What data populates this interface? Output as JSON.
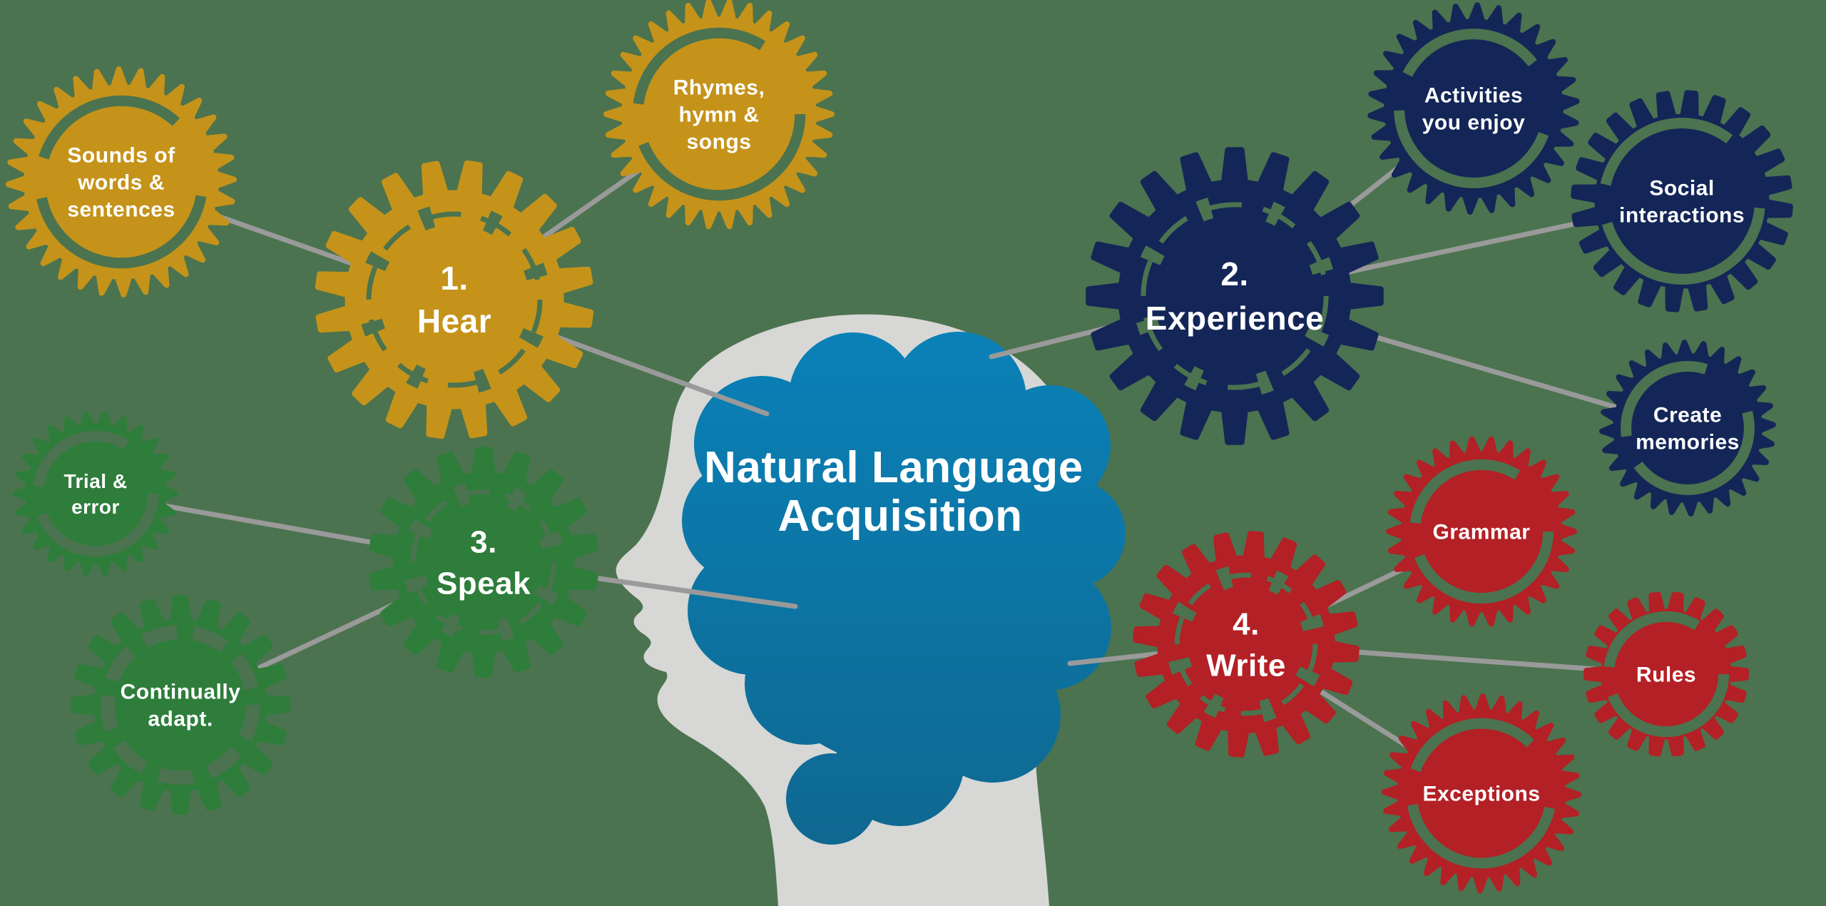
{
  "title": {
    "line1": "Natural Language",
    "line2": "Acquisition"
  },
  "colors": {
    "background": "#4B734F",
    "gold": "#C5931A",
    "navy": "#142657",
    "green": "#2E7D3B",
    "red": "#B32025",
    "head": "#D7D7D5",
    "brain_top": "#0A81B8",
    "brain_bottom": "#0F6890",
    "connector": "#9A9A9A",
    "text": "#FFFFFF"
  },
  "gears": [
    {
      "id": "sounds",
      "group": "hear",
      "color": "gold",
      "role": "satellite",
      "lines": [
        "Sounds of",
        "words &",
        "sentences"
      ]
    },
    {
      "id": "hear",
      "group": "hear",
      "color": "gold",
      "role": "hub",
      "lines": [
        "1.",
        "Hear"
      ]
    },
    {
      "id": "rhymes",
      "group": "hear",
      "color": "gold",
      "role": "satellite",
      "lines": [
        "Rhymes,",
        "hymn &",
        "songs"
      ]
    },
    {
      "id": "experience",
      "group": "experience",
      "color": "navy",
      "role": "hub",
      "lines": [
        "2.",
        "Experience"
      ]
    },
    {
      "id": "activities",
      "group": "experience",
      "color": "navy",
      "role": "satellite",
      "lines": [
        "Activities",
        "you enjoy"
      ]
    },
    {
      "id": "social",
      "group": "experience",
      "color": "navy",
      "role": "satellite",
      "lines": [
        "Social",
        "interactions"
      ]
    },
    {
      "id": "memories",
      "group": "experience",
      "color": "navy",
      "role": "satellite",
      "lines": [
        "Create",
        "memories"
      ]
    },
    {
      "id": "trial",
      "group": "speak",
      "color": "green",
      "role": "satellite",
      "lines": [
        "Trial &",
        "error"
      ]
    },
    {
      "id": "speak",
      "group": "speak",
      "color": "green",
      "role": "hub",
      "lines": [
        "3.",
        "Speak"
      ]
    },
    {
      "id": "adapt",
      "group": "speak",
      "color": "green",
      "role": "satellite",
      "lines": [
        "Continually",
        "adapt."
      ]
    },
    {
      "id": "write",
      "group": "write",
      "color": "red",
      "role": "hub",
      "lines": [
        "4.",
        "Write"
      ]
    },
    {
      "id": "grammar",
      "group": "write",
      "color": "red",
      "role": "satellite",
      "lines": [
        "Grammar"
      ]
    },
    {
      "id": "rules",
      "group": "write",
      "color": "red",
      "role": "satellite",
      "lines": [
        "Rules"
      ]
    },
    {
      "id": "exceptions",
      "group": "write",
      "color": "red",
      "role": "satellite",
      "lines": [
        "Exceptions"
      ]
    }
  ]
}
